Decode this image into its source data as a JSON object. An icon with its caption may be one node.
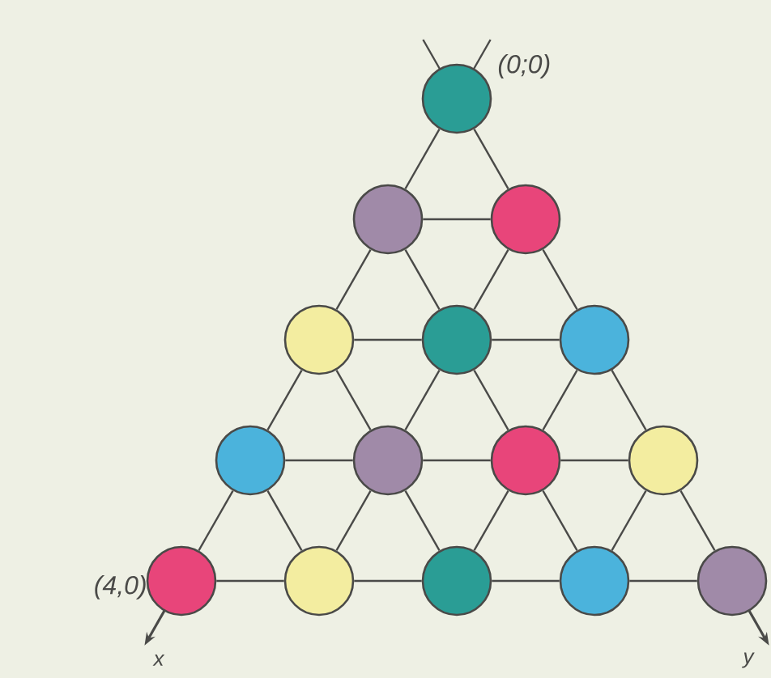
{
  "diagram": {
    "nodes": [
      {
        "text": [],
        "shape": "circle",
        "beside": [
          "(0;0)"
        ]
      },
      {
        "text": [],
        "shape": "circle"
      },
      {
        "text": [],
        "shape": "circle"
      },
      {
        "text": [],
        "shape": "circle"
      },
      {
        "text": [],
        "shape": "circle"
      },
      {
        "text": [],
        "shape": "circle"
      },
      {
        "text": [],
        "shape": "circle"
      },
      {
        "text": [],
        "shape": "circle"
      },
      {
        "text": [],
        "shape": "circle"
      },
      {
        "text": [],
        "shape": "circle"
      },
      {
        "text": [],
        "shape": "circle",
        "beside": [
          "(4,0)"
        ]
      },
      {
        "text": [],
        "shape": "circle"
      },
      {
        "text": [],
        "shape": "circle"
      },
      {
        "text": [],
        "shape": "circle"
      },
      {
        "text": [],
        "shape": "circle"
      }
    ],
    "edges": [
      {
        "from": 0,
        "to": 1,
        "arrow": "none"
      },
      {
        "from": 0,
        "to": 2,
        "arrow": "none"
      },
      {
        "from": 1,
        "to": 2,
        "arrow": "none"
      },
      {
        "from": 1,
        "to": 3,
        "arrow": "none"
      },
      {
        "from": 1,
        "to": 4,
        "arrow": "none"
      },
      {
        "from": 2,
        "to": 4,
        "arrow": "none"
      },
      {
        "from": 2,
        "to": 5,
        "arrow": "none"
      },
      {
        "from": 3,
        "to": 4,
        "arrow": "none"
      },
      {
        "from": 4,
        "to": 5,
        "arrow": "none"
      },
      {
        "from": 3,
        "to": 6,
        "arrow": "none"
      },
      {
        "from": 3,
        "to": 7,
        "arrow": "none"
      },
      {
        "from": 4,
        "to": 7,
        "arrow": "none"
      },
      {
        "from": 4,
        "to": 8,
        "arrow": "none"
      },
      {
        "from": 5,
        "to": 8,
        "arrow": "none"
      },
      {
        "from": 5,
        "to": 9,
        "arrow": "none"
      },
      {
        "from": 6,
        "to": 7,
        "arrow": "none"
      },
      {
        "from": 7,
        "to": 8,
        "arrow": "none"
      },
      {
        "from": 8,
        "to": 9,
        "arrow": "none"
      },
      {
        "from": 6,
        "to": 10,
        "arrow": "none"
      },
      {
        "from": 6,
        "to": 11,
        "arrow": "none"
      },
      {
        "from": 7,
        "to": 11,
        "arrow": "none"
      },
      {
        "from": 7,
        "to": 12,
        "arrow": "none"
      },
      {
        "from": 8,
        "to": 12,
        "arrow": "none"
      },
      {
        "from": 8,
        "to": 13,
        "arrow": "none"
      },
      {
        "from": 9,
        "to": 13,
        "arrow": "none"
      },
      {
        "from": 9,
        "to": 14,
        "arrow": "none"
      },
      {
        "from": 10,
        "to": 11,
        "arrow": "none"
      },
      {
        "from": 11,
        "to": 12,
        "arrow": "none"
      },
      {
        "from": 12,
        "to": 13,
        "arrow": "none"
      },
      {
        "from": 13,
        "to": 14,
        "arrow": "none"
      }
    ],
    "labels": [
      "x",
      "y"
    ]
  }
}
